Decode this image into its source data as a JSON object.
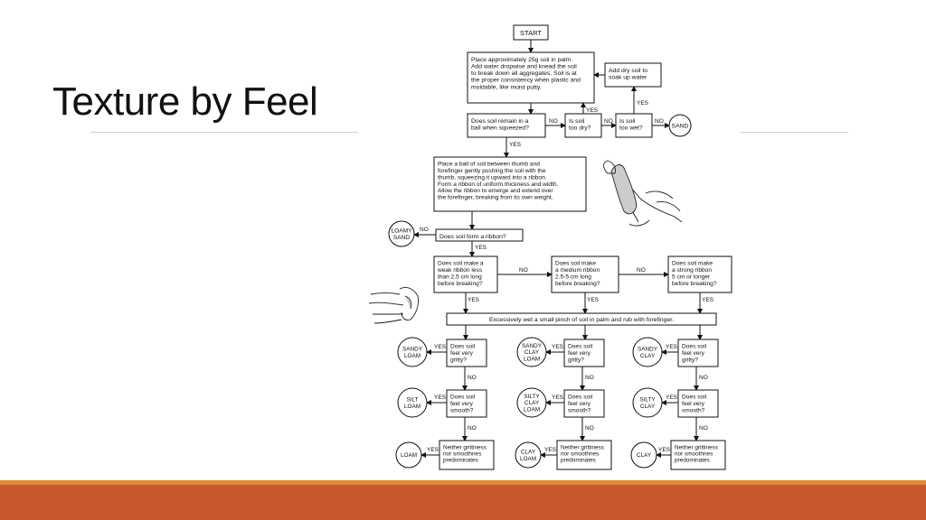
{
  "slide": {
    "title": "Texture by Feel"
  },
  "flowchart": {
    "start": "START",
    "step_place": [
      "Place approximately 25g soil in palm.",
      "Add water dropwise and knead the soil",
      "to break down all aggregates. Soil is at",
      "the proper consistency when plastic and",
      "moldable, like moist putty."
    ],
    "add_dry": [
      "Add dry soil to",
      "soak up water"
    ],
    "q_remain": [
      "Does soil remain in a",
      "ball  when squeezed?"
    ],
    "q_too_dry": [
      "Is soil",
      "too dry?"
    ],
    "q_too_wet": [
      "Is soil",
      "too wet?"
    ],
    "sand": "SAND",
    "step_ribbon": [
      "Place a ball of soil between thumb and",
      "forefinger gently pushing the soil with the",
      "thumb, squeezing it upward into a ribbon.",
      "Form a ribbon of uniform thickness and width.",
      "Allow the ribbon to emerge and extend over",
      "the forefinger, breaking from its own weight."
    ],
    "loamy_sand": [
      "LOAMY",
      "SAND"
    ],
    "q_form_ribbon": "Does soil form a ribbon?",
    "q_weak": [
      "Does soil make a",
      "weak ribbon less",
      "than 2.5 cm long",
      "before breaking?"
    ],
    "q_medium": [
      "Does soil make",
      "a medium ribbon",
      "2.5-5 cm long",
      "before breaking?"
    ],
    "q_strong": [
      "Does soil make",
      "a strong ribbon",
      "5 cm or longer",
      "before breaking?"
    ],
    "step_wet": "Excessively wet a small pinch of soil in palm and rub with forefinger.",
    "q_gritty": [
      "Does soil",
      "feel very",
      "gritty?"
    ],
    "q_smooth": [
      "Does soil",
      "feel very",
      "smooth?"
    ],
    "q_neither": [
      "Neither grittiness",
      "nor smoothnes",
      "predominates"
    ],
    "results_col1": [
      [
        "SANDY",
        "LOAM"
      ],
      [
        "SILT",
        "LOAM"
      ],
      [
        "LOAM"
      ]
    ],
    "results_col2": [
      [
        "SANDY",
        "CLAY",
        "LOAM"
      ],
      [
        "SILTY",
        "CLAY",
        "LOAM"
      ],
      [
        "CLAY",
        "LOAM"
      ]
    ],
    "results_col3": [
      [
        "SANDY",
        "CLAY"
      ],
      [
        "SILTY",
        "CLAY"
      ],
      [
        "CLAY"
      ]
    ],
    "yes": "YES",
    "no": "NO"
  },
  "colors": {
    "accent_band": "#c9592c",
    "accent_stripe": "#e08a3a"
  }
}
